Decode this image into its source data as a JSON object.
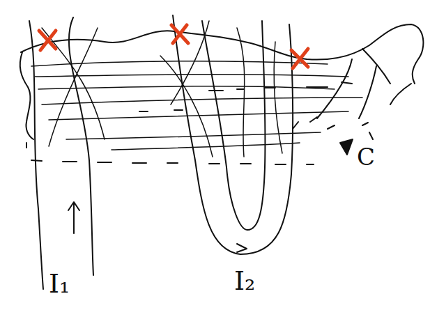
{
  "diagram": {
    "labels": [
      "C",
      "I₁",
      "I₂"
    ]
  }
}
